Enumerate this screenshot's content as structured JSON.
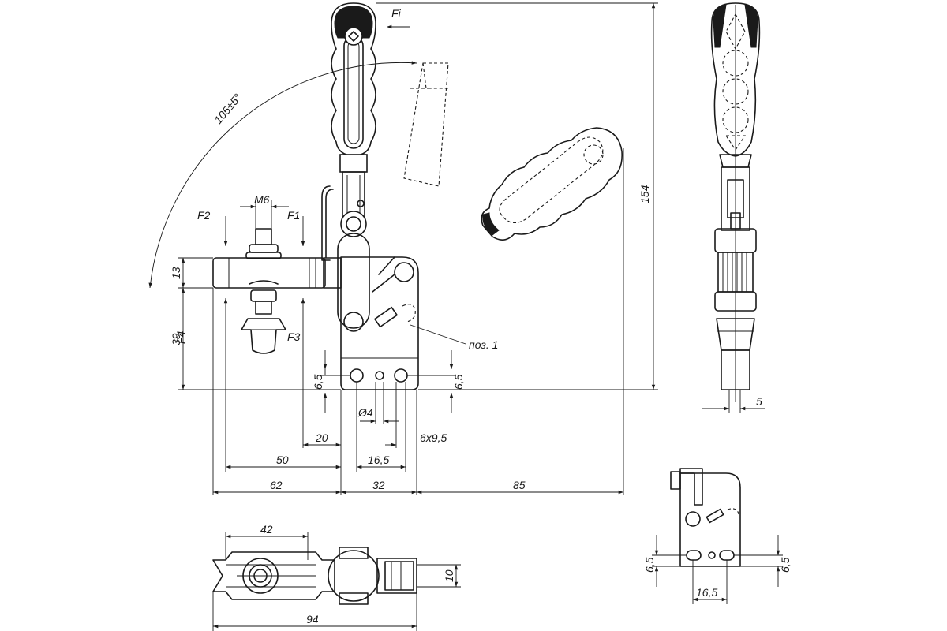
{
  "annotations": {
    "fi": "Fi",
    "angle": "105±5°",
    "thread": "M6",
    "f1": "F1",
    "f2": "F2",
    "f3": "F3",
    "f4": "F4",
    "part_ref": "поз. 1"
  },
  "dimensions": {
    "d154": "154",
    "d13": "13",
    "d39": "39",
    "d6_5_left": "6,5",
    "d6_5_right": "6,5",
    "d_hole": "Ø4",
    "d20": "20",
    "d50": "50",
    "d16_5": "16,5",
    "d_slot": "6x9,5",
    "d62": "62",
    "d32": "32",
    "d85": "85",
    "d5": "5",
    "d42": "42",
    "d10": "10",
    "d94": "94",
    "d6_5_small_left": "6,5",
    "d6_5_small_right": "6,5",
    "d16_5_small": "16,5"
  }
}
